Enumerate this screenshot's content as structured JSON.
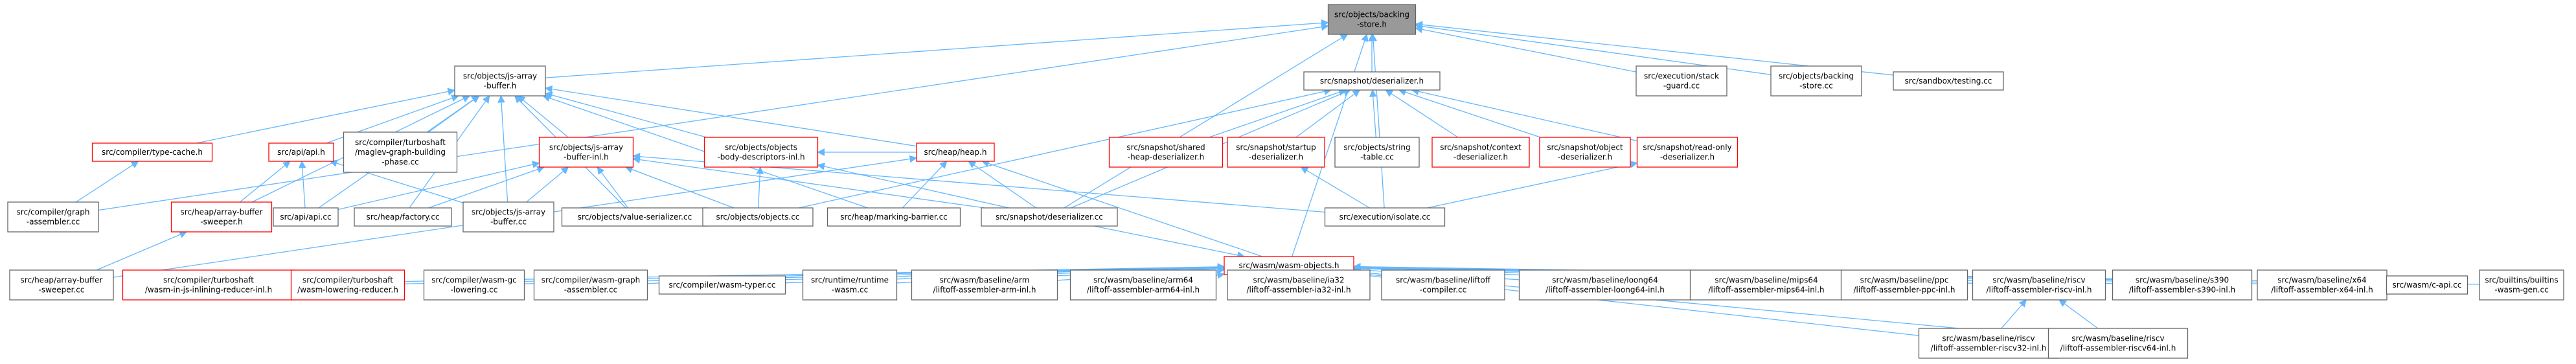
{
  "colors": {
    "edge": "#63b8ff",
    "focus_fill": "#999999",
    "focus_border": "#666666",
    "default_fill": "#ffffff",
    "default_border": "#666666",
    "red_border": "#ff0000",
    "text": "#000000"
  },
  "nodes": [
    {
      "id": "backing_store_h",
      "lines": [
        "src/objects/backing",
        "-store.h"
      ],
      "style": "focus"
    },
    {
      "id": "js_array_buffer_h",
      "lines": [
        "src/objects/js-array",
        "-buffer.h"
      ],
      "style": "default"
    },
    {
      "id": "snapshot_deserializer_h",
      "lines": [
        "src/snapshot/deserializer.h"
      ],
      "style": "default"
    },
    {
      "id": "execution_stack_guard_cc",
      "lines": [
        "src/execution/stack",
        "-guard.cc"
      ],
      "style": "default"
    },
    {
      "id": "backing_store_cc",
      "lines": [
        "src/objects/backing",
        "-store.cc"
      ],
      "style": "default"
    },
    {
      "id": "sandbox_testing_cc",
      "lines": [
        "src/sandbox/testing.cc"
      ],
      "style": "default"
    },
    {
      "id": "compiler_type_cache_h",
      "lines": [
        "src/compiler/type-cache.h"
      ],
      "style": "red"
    },
    {
      "id": "api_api_h",
      "lines": [
        "src/api/api.h"
      ],
      "style": "red"
    },
    {
      "id": "maglev_graph_building_phase_cc",
      "lines": [
        "src/compiler/turboshaft",
        "/maglev-graph-building",
        "-phase.cc"
      ],
      "style": "default"
    },
    {
      "id": "js_array_buffer_inl_h",
      "lines": [
        "src/objects/js-array",
        "-buffer-inl.h"
      ],
      "style": "red"
    },
    {
      "id": "objects_body_descriptors_inl_h",
      "lines": [
        "src/objects/objects",
        "-body-descriptors-inl.h"
      ],
      "style": "red"
    },
    {
      "id": "heap_heap_h",
      "lines": [
        "src/heap/heap.h"
      ],
      "style": "red"
    },
    {
      "id": "shared_heap_deserializer_h",
      "lines": [
        "src/snapshot/shared",
        "-heap-deserializer.h"
      ],
      "style": "red"
    },
    {
      "id": "startup_deserializer_h",
      "lines": [
        "src/snapshot/startup",
        "-deserializer.h"
      ],
      "style": "red"
    },
    {
      "id": "objects_string_table_cc",
      "lines": [
        "src/objects/string",
        "-table.cc"
      ],
      "style": "default"
    },
    {
      "id": "context_deserializer_h",
      "lines": [
        "src/snapshot/context",
        "-deserializer.h"
      ],
      "style": "red"
    },
    {
      "id": "object_deserializer_h",
      "lines": [
        "src/snapshot/object",
        "-deserializer.h"
      ],
      "style": "red"
    },
    {
      "id": "read_only_deserializer_h",
      "lines": [
        "src/snapshot/read-only",
        "-deserializer.h"
      ],
      "style": "red"
    },
    {
      "id": "compiler_graph_assembler_cc",
      "lines": [
        "src/compiler/graph",
        "-assembler.cc"
      ],
      "style": "default"
    },
    {
      "id": "heap_array_buffer_sweeper_h",
      "lines": [
        "src/heap/array-buffer",
        "-sweeper.h"
      ],
      "style": "red"
    },
    {
      "id": "api_api_cc",
      "lines": [
        "src/api/api.cc"
      ],
      "style": "default"
    },
    {
      "id": "heap_factory_cc",
      "lines": [
        "src/heap/factory.cc"
      ],
      "style": "default"
    },
    {
      "id": "js_array_buffer_cc",
      "lines": [
        "src/objects/js-array",
        "-buffer.cc"
      ],
      "style": "default"
    },
    {
      "id": "value_serializer_cc",
      "lines": [
        "src/objects/value-serializer.cc"
      ],
      "style": "default"
    },
    {
      "id": "objects_objects_cc",
      "lines": [
        "src/objects/objects.cc"
      ],
      "style": "default"
    },
    {
      "id": "heap_marking_barrier_cc",
      "lines": [
        "src/heap/marking-barrier.cc"
      ],
      "style": "default"
    },
    {
      "id": "snapshot_deserializer_cc",
      "lines": [
        "src/snapshot/deserializer.cc"
      ],
      "style": "default"
    },
    {
      "id": "execution_isolate_cc",
      "lines": [
        "src/execution/isolate.cc"
      ],
      "style": "default"
    },
    {
      "id": "wasm_objects_h",
      "lines": [
        "src/wasm/wasm-objects.h"
      ],
      "style": "red"
    },
    {
      "id": "heap_array_buffer_sweeper_cc",
      "lines": [
        "src/heap/array-buffer",
        "-sweeper.cc"
      ],
      "style": "default"
    },
    {
      "id": "wasm_in_js_inlining_reducer_inl_h",
      "lines": [
        "src/compiler/turboshaft",
        "/wasm-in-js-inlining-reducer-inl.h"
      ],
      "style": "red"
    },
    {
      "id": "wasm_lowering_reducer_h",
      "lines": [
        "src/compiler/turboshaft",
        "/wasm-lowering-reducer.h"
      ],
      "style": "red"
    },
    {
      "id": "compiler_wasm_gc_lowering_cc",
      "lines": [
        "src/compiler/wasm-gc",
        "-lowering.cc"
      ],
      "style": "default"
    },
    {
      "id": "compiler_wasm_graph_assembler_cc",
      "lines": [
        "src/compiler/wasm-graph",
        "-assembler.cc"
      ],
      "style": "default"
    },
    {
      "id": "compiler_wasm_typer_cc",
      "lines": [
        "src/compiler/wasm-typer.cc"
      ],
      "style": "default"
    },
    {
      "id": "runtime_runtime_wasm_cc",
      "lines": [
        "src/runtime/runtime",
        "-wasm.cc"
      ],
      "style": "default"
    },
    {
      "id": "liftoff_arm_inl_h",
      "lines": [
        "src/wasm/baseline/arm",
        "/liftoff-assembler-arm-inl.h"
      ],
      "style": "default"
    },
    {
      "id": "liftoff_arm64_inl_h",
      "lines": [
        "src/wasm/baseline/arm64",
        "/liftoff-assembler-arm64-inl.h"
      ],
      "style": "default"
    },
    {
      "id": "liftoff_ia32_inl_h",
      "lines": [
        "src/wasm/baseline/ia32",
        "/liftoff-assembler-ia32-inl.h"
      ],
      "style": "default"
    },
    {
      "id": "liftoff_compiler_cc",
      "lines": [
        "src/wasm/baseline/liftoff",
        "-compiler.cc"
      ],
      "style": "default"
    },
    {
      "id": "liftoff_loong64_inl_h",
      "lines": [
        "src/wasm/baseline/loong64",
        "/liftoff-assembler-loong64-inl.h"
      ],
      "style": "default"
    },
    {
      "id": "liftoff_mips64_inl_h",
      "lines": [
        "src/wasm/baseline/mips64",
        "/liftoff-assembler-mips64-inl.h"
      ],
      "style": "default"
    },
    {
      "id": "liftoff_ppc_inl_h",
      "lines": [
        "src/wasm/baseline/ppc",
        "/liftoff-assembler-ppc-inl.h"
      ],
      "style": "default"
    },
    {
      "id": "liftoff_riscv_inl_h",
      "lines": [
        "src/wasm/baseline/riscv",
        "/liftoff-assembler-riscv-inl.h"
      ],
      "style": "default"
    },
    {
      "id": "liftoff_s390_inl_h",
      "lines": [
        "src/wasm/baseline/s390",
        "/liftoff-assembler-s390-inl.h"
      ],
      "style": "default"
    },
    {
      "id": "liftoff_x64_inl_h",
      "lines": [
        "src/wasm/baseline/x64",
        "/liftoff-assembler-x64-inl.h"
      ],
      "style": "default"
    },
    {
      "id": "wasm_c_api_cc",
      "lines": [
        "src/wasm/c-api.cc"
      ],
      "style": "default"
    },
    {
      "id": "builtins_wasm_gen_cc",
      "lines": [
        "src/builtins/builtins",
        "-wasm-gen.cc"
      ],
      "style": "default"
    },
    {
      "id": "liftoff_riscv32_inl_h",
      "lines": [
        "src/wasm/baseline/riscv",
        "/liftoff-assembler-riscv32-inl.h"
      ],
      "style": "default"
    },
    {
      "id": "liftoff_riscv64_inl_h",
      "lines": [
        "src/wasm/baseline/riscv",
        "/liftoff-assembler-riscv64-inl.h"
      ],
      "style": "default"
    }
  ],
  "edges": [
    [
      "js_array_buffer_h",
      "backing_store_h"
    ],
    [
      "snapshot_deserializer_h",
      "backing_store_h"
    ],
    [
      "execution_stack_guard_cc",
      "backing_store_h"
    ],
    [
      "backing_store_cc",
      "backing_store_h"
    ],
    [
      "sandbox_testing_cc",
      "backing_store_h"
    ],
    [
      "wasm_objects_h",
      "backing_store_h"
    ],
    [
      "execution_isolate_cc",
      "backing_store_h"
    ],
    [
      "snapshot_deserializer_cc",
      "backing_store_h"
    ],
    [
      "compiler_graph_assembler_cc",
      "backing_store_h"
    ],
    [
      "compiler_type_cache_h",
      "js_array_buffer_h"
    ],
    [
      "api_api_h",
      "js_array_buffer_h"
    ],
    [
      "maglev_graph_building_phase_cc",
      "js_array_buffer_h"
    ],
    [
      "js_array_buffer_inl_h",
      "js_array_buffer_h"
    ],
    [
      "objects_body_descriptors_inl_h",
      "js_array_buffer_h"
    ],
    [
      "heap_heap_h",
      "js_array_buffer_h"
    ],
    [
      "heap_array_buffer_sweeper_h",
      "js_array_buffer_h"
    ],
    [
      "heap_factory_cc",
      "js_array_buffer_h"
    ],
    [
      "js_array_buffer_cc",
      "js_array_buffer_h"
    ],
    [
      "value_serializer_cc",
      "js_array_buffer_h"
    ],
    [
      "heap_marking_barrier_cc",
      "js_array_buffer_h"
    ],
    [
      "api_api_cc",
      "js_array_buffer_h"
    ],
    [
      "shared_heap_deserializer_h",
      "snapshot_deserializer_h"
    ],
    [
      "startup_deserializer_h",
      "snapshot_deserializer_h"
    ],
    [
      "objects_string_table_cc",
      "snapshot_deserializer_h"
    ],
    [
      "context_deserializer_h",
      "snapshot_deserializer_h"
    ],
    [
      "object_deserializer_h",
      "snapshot_deserializer_h"
    ],
    [
      "read_only_deserializer_h",
      "snapshot_deserializer_h"
    ],
    [
      "snapshot_deserializer_cc",
      "snapshot_deserializer_h"
    ],
    [
      "objects_objects_cc",
      "snapshot_deserializer_h"
    ],
    [
      "compiler_graph_assembler_cc",
      "compiler_type_cache_h"
    ],
    [
      "heap_array_buffer_sweeper_h",
      "api_api_h"
    ],
    [
      "api_api_cc",
      "api_api_h"
    ],
    [
      "js_array_buffer_cc",
      "api_api_h"
    ],
    [
      "api_api_cc",
      "js_array_buffer_inl_h"
    ],
    [
      "heap_factory_cc",
      "js_array_buffer_inl_h"
    ],
    [
      "js_array_buffer_cc",
      "js_array_buffer_inl_h"
    ],
    [
      "value_serializer_cc",
      "js_array_buffer_inl_h"
    ],
    [
      "objects_objects_cc",
      "js_array_buffer_inl_h"
    ],
    [
      "snapshot_deserializer_cc",
      "js_array_buffer_inl_h"
    ],
    [
      "execution_isolate_cc",
      "js_array_buffer_inl_h"
    ],
    [
      "objects_objects_cc",
      "objects_body_descriptors_inl_h"
    ],
    [
      "snapshot_deserializer_cc",
      "objects_body_descriptors_inl_h"
    ],
    [
      "heap_array_buffer_sweeper_cc",
      "heap_heap_h"
    ],
    [
      "heap_marking_barrier_cc",
      "heap_heap_h"
    ],
    [
      "snapshot_deserializer_cc",
      "heap_heap_h"
    ],
    [
      "wasm_objects_h",
      "heap_heap_h"
    ],
    [
      "execution_isolate_cc",
      "startup_deserializer_h"
    ],
    [
      "execution_isolate_cc",
      "read_only_deserializer_h"
    ],
    [
      "heap_array_buffer_sweeper_cc",
      "heap_array_buffer_sweeper_h"
    ],
    [
      "snapshot_deserializer_cc",
      "wasm_objects_h"
    ],
    [
      "wasm_in_js_inlining_reducer_inl_h",
      "wasm_objects_h"
    ],
    [
      "wasm_lowering_reducer_h",
      "wasm_objects_h"
    ],
    [
      "compiler_wasm_gc_lowering_cc",
      "wasm_objects_h"
    ],
    [
      "compiler_wasm_graph_assembler_cc",
      "wasm_objects_h"
    ],
    [
      "compiler_wasm_typer_cc",
      "wasm_objects_h"
    ],
    [
      "runtime_runtime_wasm_cc",
      "wasm_objects_h"
    ],
    [
      "liftoff_arm_inl_h",
      "wasm_objects_h"
    ],
    [
      "liftoff_arm64_inl_h",
      "wasm_objects_h"
    ],
    [
      "liftoff_ia32_inl_h",
      "wasm_objects_h"
    ],
    [
      "liftoff_compiler_cc",
      "wasm_objects_h"
    ],
    [
      "liftoff_loong64_inl_h",
      "wasm_objects_h"
    ],
    [
      "liftoff_mips64_inl_h",
      "wasm_objects_h"
    ],
    [
      "liftoff_ppc_inl_h",
      "wasm_objects_h"
    ],
    [
      "liftoff_riscv_inl_h",
      "wasm_objects_h"
    ],
    [
      "liftoff_s390_inl_h",
      "wasm_objects_h"
    ],
    [
      "liftoff_x64_inl_h",
      "wasm_objects_h"
    ],
    [
      "wasm_c_api_cc",
      "wasm_objects_h"
    ],
    [
      "builtins_wasm_gen_cc",
      "wasm_objects_h"
    ],
    [
      "liftoff_riscv32_inl_h",
      "wasm_objects_h"
    ],
    [
      "liftoff_riscv64_inl_h",
      "wasm_objects_h"
    ],
    [
      "liftoff_riscv32_inl_h",
      "liftoff_riscv_inl_h"
    ],
    [
      "liftoff_riscv64_inl_h",
      "liftoff_riscv_inl_h"
    ],
    [
      "heap_heap_h",
      "objects_body_descriptors_inl_h"
    ]
  ]
}
